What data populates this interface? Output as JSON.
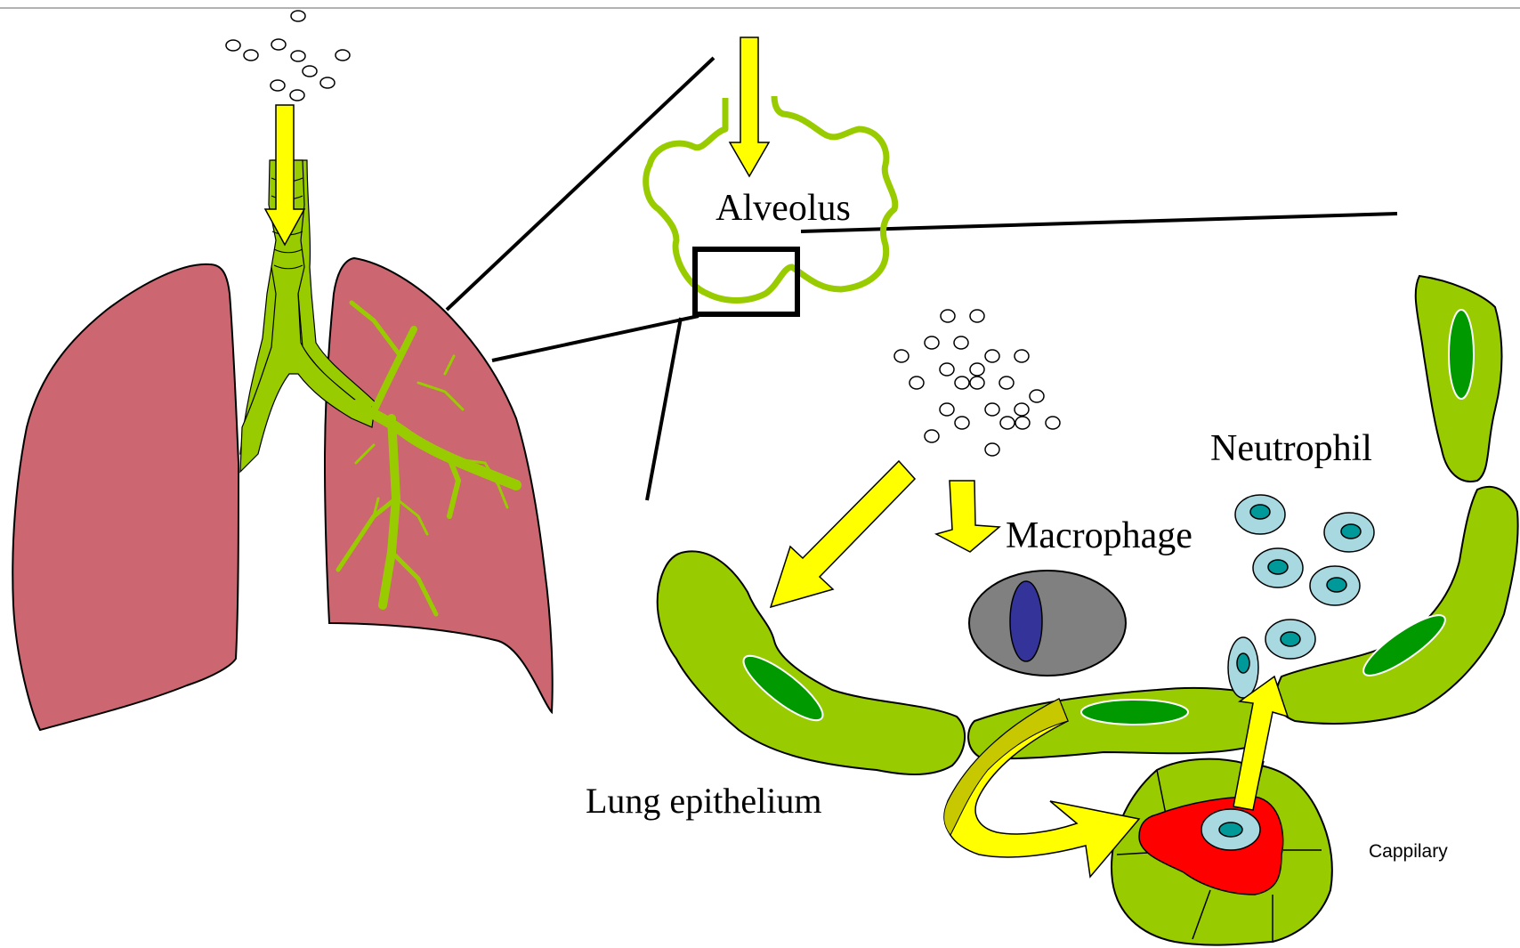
{
  "labels": {
    "alveolus": "Alveolus",
    "neutrophil": "Neutrophil",
    "macrophage": "Macrophage",
    "lung_epithelium": "Lung epithelium",
    "capillary": "Cappilary"
  },
  "colors": {
    "lung": "#CC6670",
    "airway": "#99CC00",
    "arrow": "#FFFF00",
    "arrow_dark": "#C8C800",
    "nucleus_green": "#009900",
    "macrophage_body": "#808080",
    "macrophage_nucleus": "#333399",
    "neutrophil_body": "#A8D8E0",
    "neutrophil_nucleus": "#00999A",
    "blood": "#FF0000"
  }
}
